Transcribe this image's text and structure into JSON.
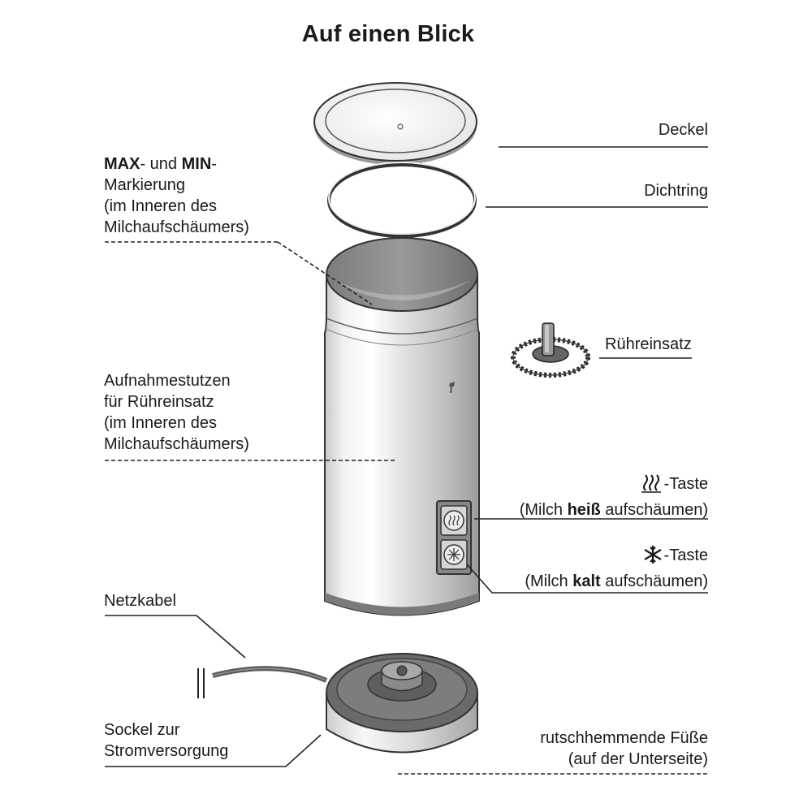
{
  "title": "Auf einen Blick",
  "labels": {
    "deckel": "Deckel",
    "dichtring": "Dichtring",
    "ruehreinsatz": "Rühreinsatz",
    "maxmin": {
      "max": "MAX",
      "und": "- und ",
      "min": "MIN",
      "dash": "-",
      "line2": "Markierung",
      "line3": "(im Inneren des",
      "line4": "Milchaufschäumers)"
    },
    "aufnahme": {
      "line1": "Aufnahmestutzen",
      "line2": "für Rühreinsatz",
      "line3": "(im Inneren des",
      "line4": "Milchaufschäumers)"
    },
    "heiss": {
      "taste": "-Taste",
      "pre": "(Milch ",
      "bold": "heiß",
      "post": " aufschäumen)"
    },
    "kalt": {
      "taste": "-Taste",
      "pre": "(Milch ",
      "bold": "kalt",
      "post": " aufschäumen)"
    },
    "netzkabel": "Netzkabel",
    "sockel": {
      "line1": "Sockel zur",
      "line2": "Stromversorgung"
    },
    "fuesse": {
      "line1": "rutschhemmende Füße",
      "line2": "(auf der Unterseite)"
    }
  },
  "icons": [
    "steam-icon",
    "snowflake-icon",
    "tchibo-logo-icon"
  ]
}
